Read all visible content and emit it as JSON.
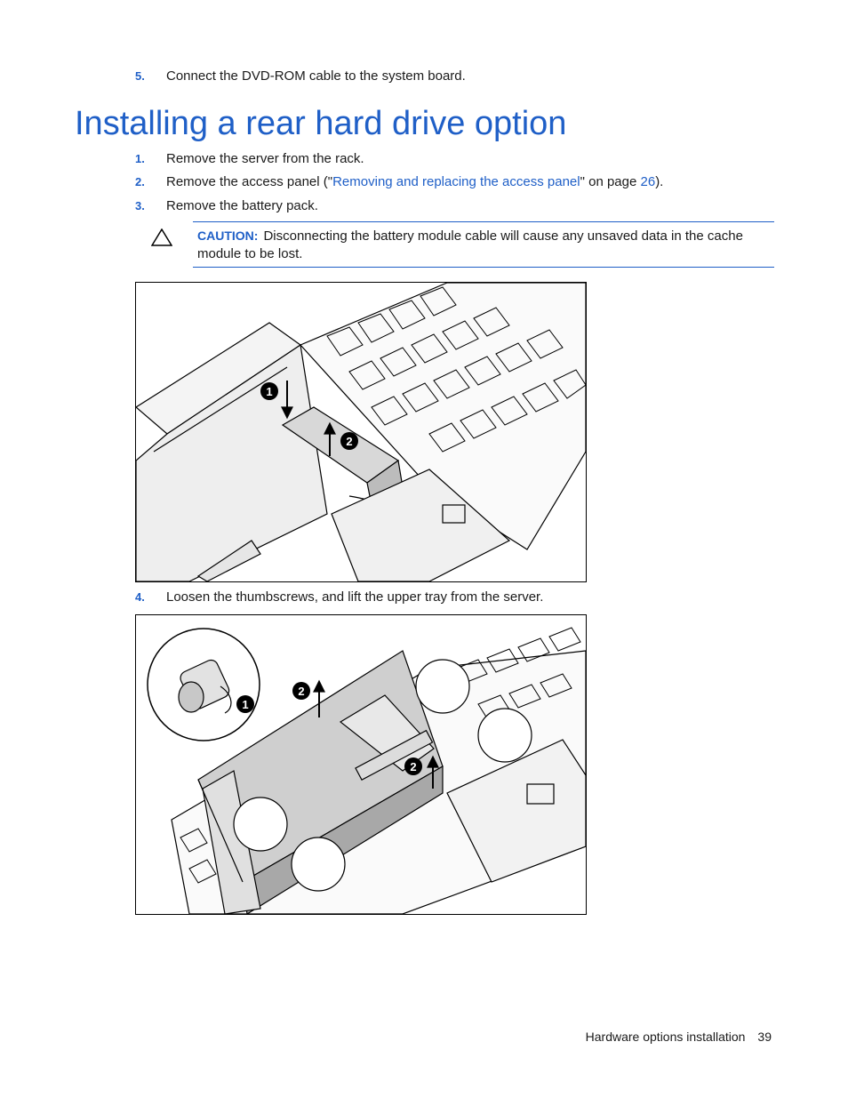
{
  "step5": {
    "num": "5.",
    "text": "Connect the DVD-ROM cable to the system board."
  },
  "heading": "Installing a rear hard drive option",
  "steps": [
    {
      "num": "1.",
      "text": "Remove the server from the rack."
    },
    {
      "num": "2.",
      "pre": "Remove the access panel (\"",
      "link": "Removing and replacing the access panel",
      "mid": "\" on page ",
      "page": "26",
      "post": ")."
    },
    {
      "num": "3.",
      "text": "Remove the battery pack."
    }
  ],
  "caution": {
    "label": "CAUTION:",
    "text": "Disconnecting the battery module cable will cause any unsaved data in the cache module to be lost."
  },
  "step4": {
    "num": "4.",
    "text": "Loosen the thumbscrews, and lift the upper tray from the server."
  },
  "figure1": {
    "callouts": [
      "1",
      "2"
    ]
  },
  "figure2": {
    "callouts": [
      "1",
      "2",
      "2"
    ]
  },
  "footer": {
    "section": "Hardware options installation",
    "page": "39"
  }
}
